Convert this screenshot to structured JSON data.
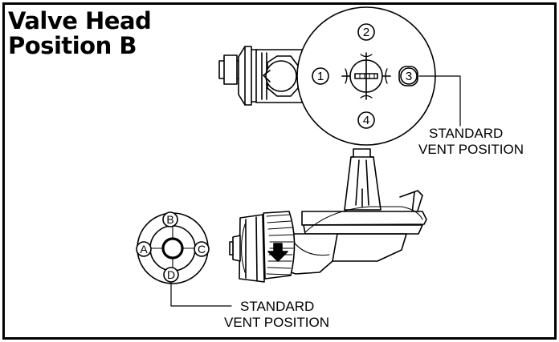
{
  "title": {
    "line1": "Valve Head",
    "line2": "Position B"
  },
  "top_valve": {
    "positions": [
      "1",
      "2",
      "3",
      "4"
    ],
    "callout": {
      "line1": "STANDARD",
      "line2": "VENT POSITION"
    }
  },
  "bottom_valve": {
    "positions": [
      "A",
      "B",
      "C",
      "D"
    ],
    "callout": {
      "line1": "STANDARD",
      "line2": "VENT POSITION"
    }
  }
}
